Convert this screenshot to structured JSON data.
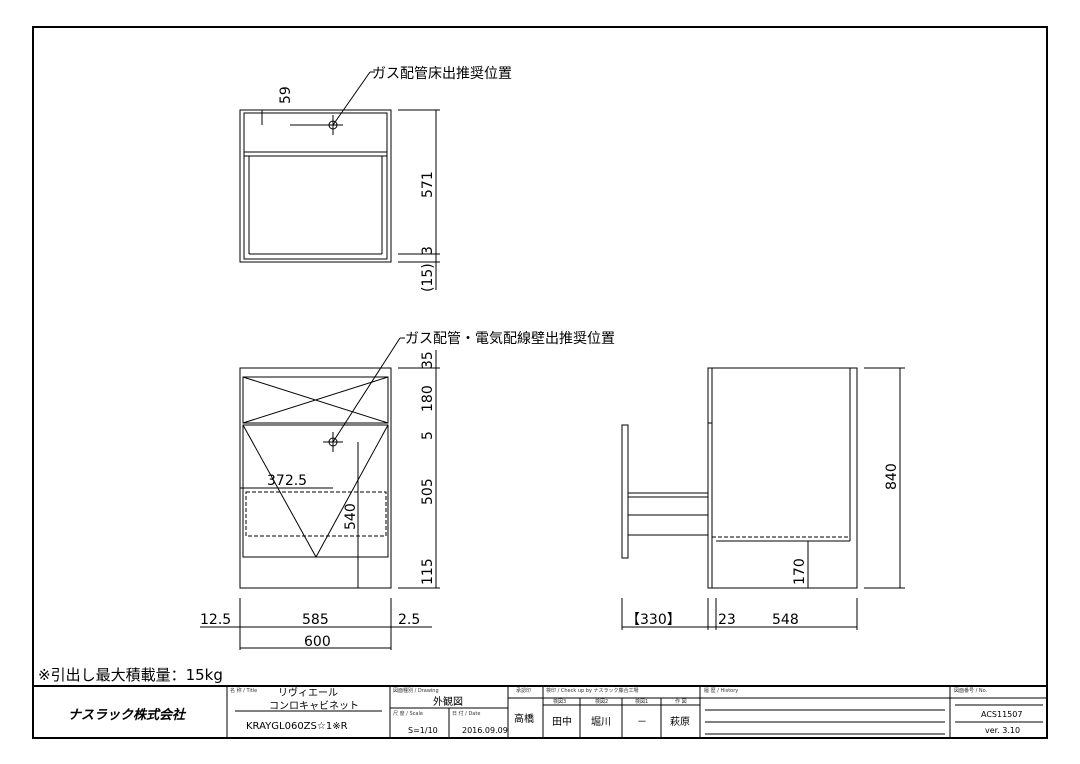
{
  "top_view": {
    "callout": "ガス配管床出推奨位置",
    "dims": {
      "offset": "59",
      "depth": "571",
      "base": "3",
      "plinth": "(15)"
    }
  },
  "front_view": {
    "callout": "ガス配管・電気配線壁出推奨位置",
    "dims": {
      "top": "35",
      "upper": "180",
      "gap": "5",
      "lower": "505",
      "kick": "115",
      "pipe_x": "372.5",
      "pipe_h": "540",
      "left": "12.5",
      "inner": "585",
      "right": "2.5",
      "total": "600"
    }
  },
  "side_view": {
    "dims": {
      "height": "840",
      "bottom": "170",
      "drawer": "【330】",
      "front": "23",
      "depth": "548"
    }
  },
  "note": "※引出し最大積載量：15kg",
  "title_block": {
    "company": "ナスラック株式会社",
    "title_label": "名 称 / Title",
    "title_line1": "リヴィエール",
    "title_line2": "コンロキャビネット",
    "model": "KRAYGL060ZS☆1※R",
    "drawing_label": "図面種別 / Drawing",
    "drawing": "外観図",
    "scale_label": "尺 度 / Scale",
    "scale": "S=1/10",
    "date_label": "日 付 / Date",
    "date": "2016.09.09",
    "approval_label": "承認印",
    "approver": "高橋",
    "check_label": "検印 / Check up by ナスラック藤合工場",
    "check_cols": [
      "検図3",
      "検図2",
      "検図1",
      "作 図"
    ],
    "checkers": [
      "田中",
      "堀川",
      "－",
      "萩原"
    ],
    "history_label": "履 歴 / History",
    "no_label": "図面番号 / No.",
    "number": "ACS11507",
    "version": "ver. 3.10"
  }
}
